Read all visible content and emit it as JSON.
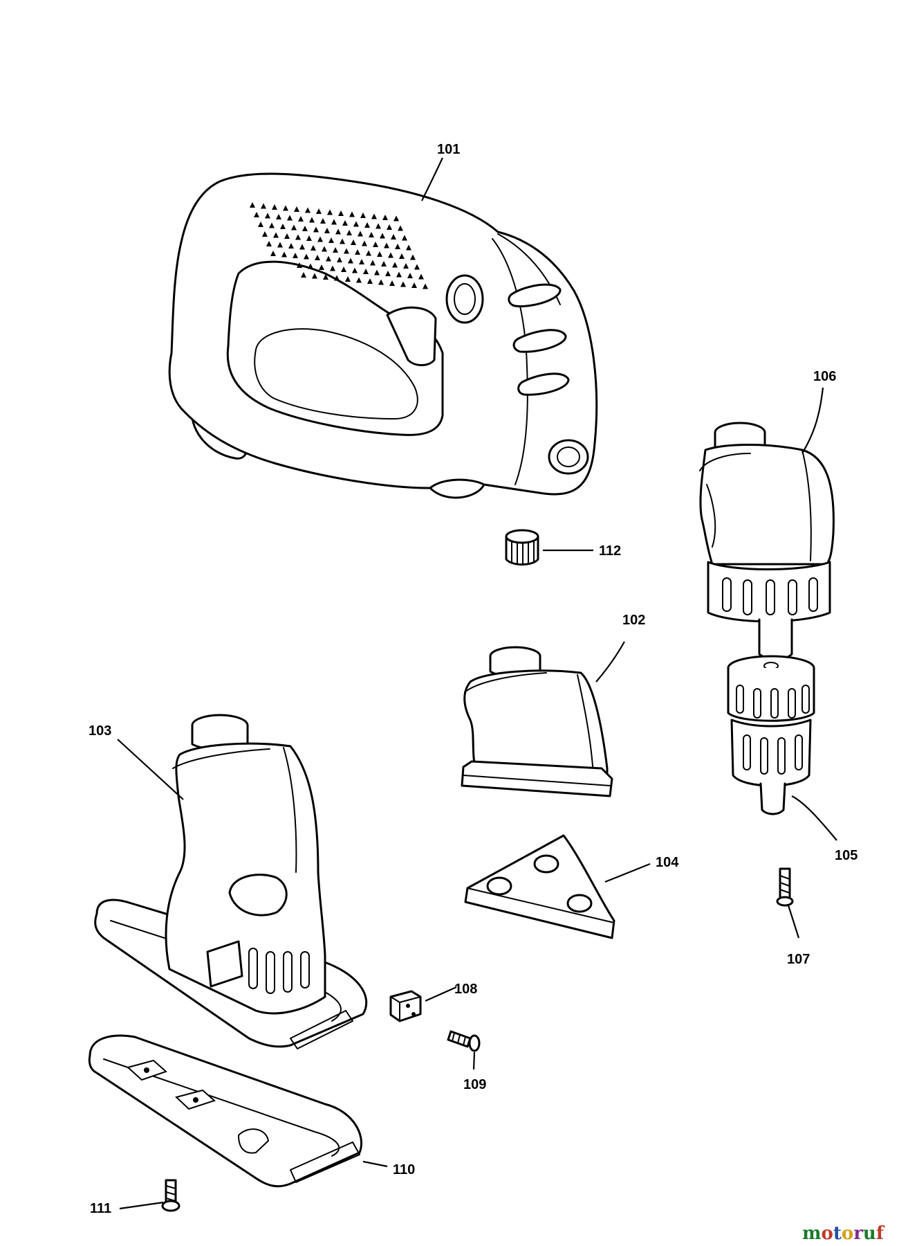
{
  "labels": {
    "p101": "101",
    "p102": "102",
    "p103": "103",
    "p104": "104",
    "p105": "105",
    "p106": "106",
    "p107": "107",
    "p108": "108",
    "p109": "109",
    "p110": "110",
    "p111": "111",
    "p112": "112"
  },
  "watermark": {
    "text": "motoruf",
    "colors": [
      "#1a7a2a",
      "#c0392b",
      "#1f4fa0",
      "#d4a017",
      "#7b2d8e",
      "#1a7a2a",
      "#c0392b"
    ]
  }
}
